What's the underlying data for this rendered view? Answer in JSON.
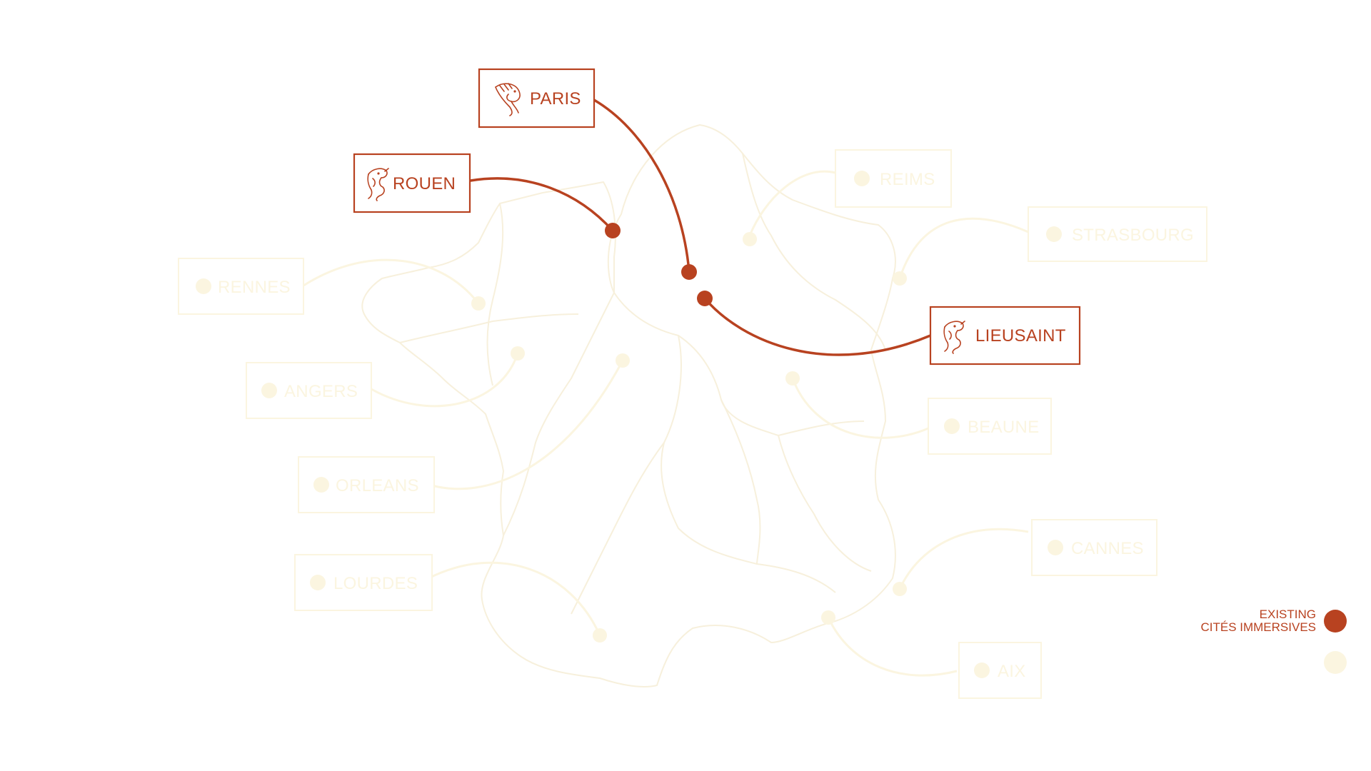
{
  "colors": {
    "active": "#b84220",
    "planned": "#fbf5e0",
    "map_outline": "#f7f0dc",
    "background": "#ffffff"
  },
  "cities": {
    "existing": [
      {
        "name": "PARIS",
        "icon": "eagle-head-icon"
      },
      {
        "name": "ROUEN",
        "icon": "dragon-head-icon"
      },
      {
        "name": "LIEUSAINT",
        "icon": "dragon-head-icon"
      }
    ],
    "upcoming": [
      {
        "name": "REIMS",
        "icon": "emblem-icon"
      },
      {
        "name": "STRASBOURG",
        "icon": "emblem-icon"
      },
      {
        "name": "RENNES",
        "icon": "emblem-icon"
      },
      {
        "name": "ANGERS",
        "icon": "emblem-icon"
      },
      {
        "name": "BEAUNE",
        "icon": "emblem-icon"
      },
      {
        "name": "ORLEANS",
        "icon": "emblem-icon"
      },
      {
        "name": "CANNES",
        "icon": "emblem-icon"
      },
      {
        "name": "LOURDES",
        "icon": "emblem-icon"
      },
      {
        "name": "AIX",
        "icon": "emblem-icon"
      }
    ]
  },
  "legend": {
    "existing_line1": "EXISTING",
    "existing_line2": "CITÉS IMMERSIVES",
    "upcoming_line1": "",
    "upcoming_line2": ""
  }
}
